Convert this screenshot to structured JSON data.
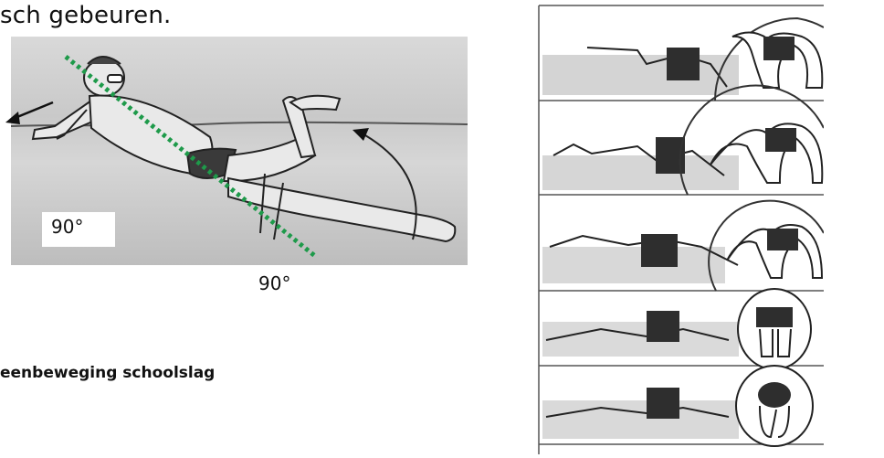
{
  "document": {
    "intro_fragment": "sch gebeuren.",
    "figure_left": {
      "label_left_angle": "90°",
      "label_bottom_angle": "90°"
    },
    "caption": "eenbeweging schoolslag"
  },
  "colors": {
    "dotted_line": "#1e9a4a",
    "ink": "#111111",
    "photo_gray": "#cfcfcf"
  }
}
